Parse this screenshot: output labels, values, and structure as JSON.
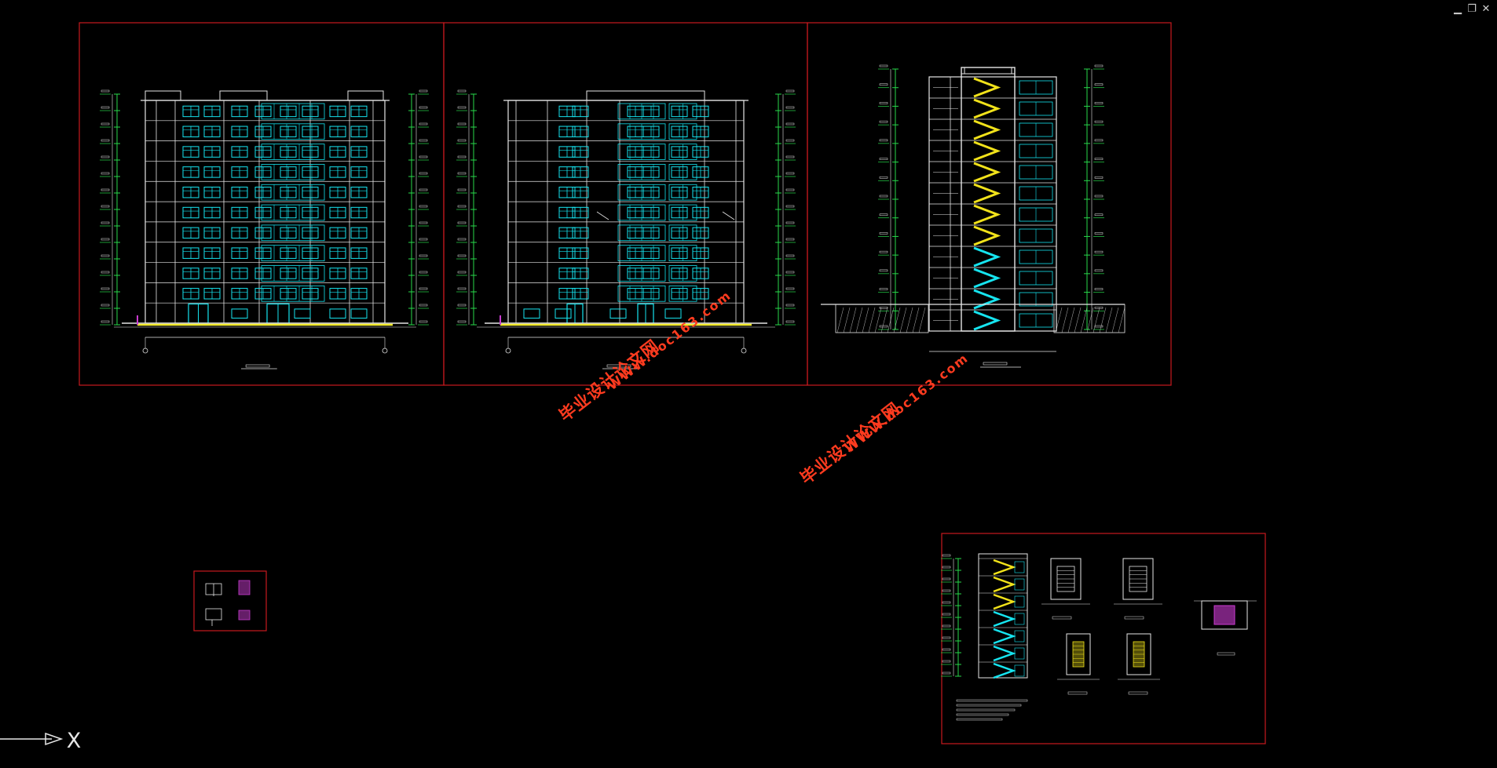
{
  "window_controls": {
    "minimize": "▁",
    "restore": "❐",
    "close": "✕"
  },
  "colors": {
    "background": "#000000",
    "frame": "#c8191e",
    "line_white": "#e6e6e6",
    "window_cyan": "#16e4ef",
    "dim_green": "#27d84a",
    "stair_yellow": "#f1e21a",
    "base_yellow": "#f2ea2c",
    "magenta": "#c93bd0",
    "watermark": "#ff3b1f"
  },
  "watermarks": [
    {
      "cn": "毕业设计论文网",
      "url": "WWW.doc163.com"
    },
    {
      "cn": "毕业设计论文网",
      "url": "WWW.doc163.com"
    }
  ],
  "ucs_icon": {
    "axis_label": "X"
  },
  "drawing_sheets": [
    {
      "id": "elevation-front",
      "kind": "elevation"
    },
    {
      "id": "elevation-rear",
      "kind": "elevation"
    },
    {
      "id": "section",
      "kind": "section"
    },
    {
      "id": "stair-details",
      "kind": "details"
    },
    {
      "id": "node-details",
      "kind": "details"
    }
  ]
}
